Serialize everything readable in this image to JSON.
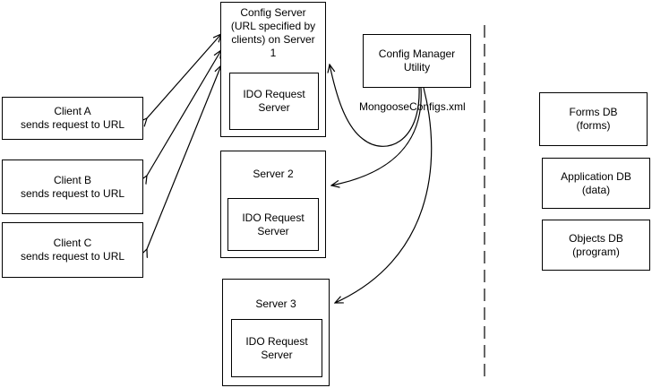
{
  "clients": {
    "a": "Client A\nsends request to URL",
    "b": "Client B\nsends request to URL",
    "c": "Client C\nsends request to URL"
  },
  "servers": {
    "config_title": "Config Server\n(URL specified by\nclients) on Server\n1",
    "server2_title": "Server 2",
    "server3_title": "Server 3",
    "ido_label": "IDO Request\nServer"
  },
  "utility": {
    "label": "Config Manager\nUtility",
    "file_label": "MongooseConfigs.xml"
  },
  "databases": {
    "forms": "Forms DB\n(forms)",
    "application": "Application DB\n(data)",
    "objects": "Objects DB\n(program)"
  },
  "colors": {
    "line": "#000000",
    "background": "#ffffff"
  }
}
